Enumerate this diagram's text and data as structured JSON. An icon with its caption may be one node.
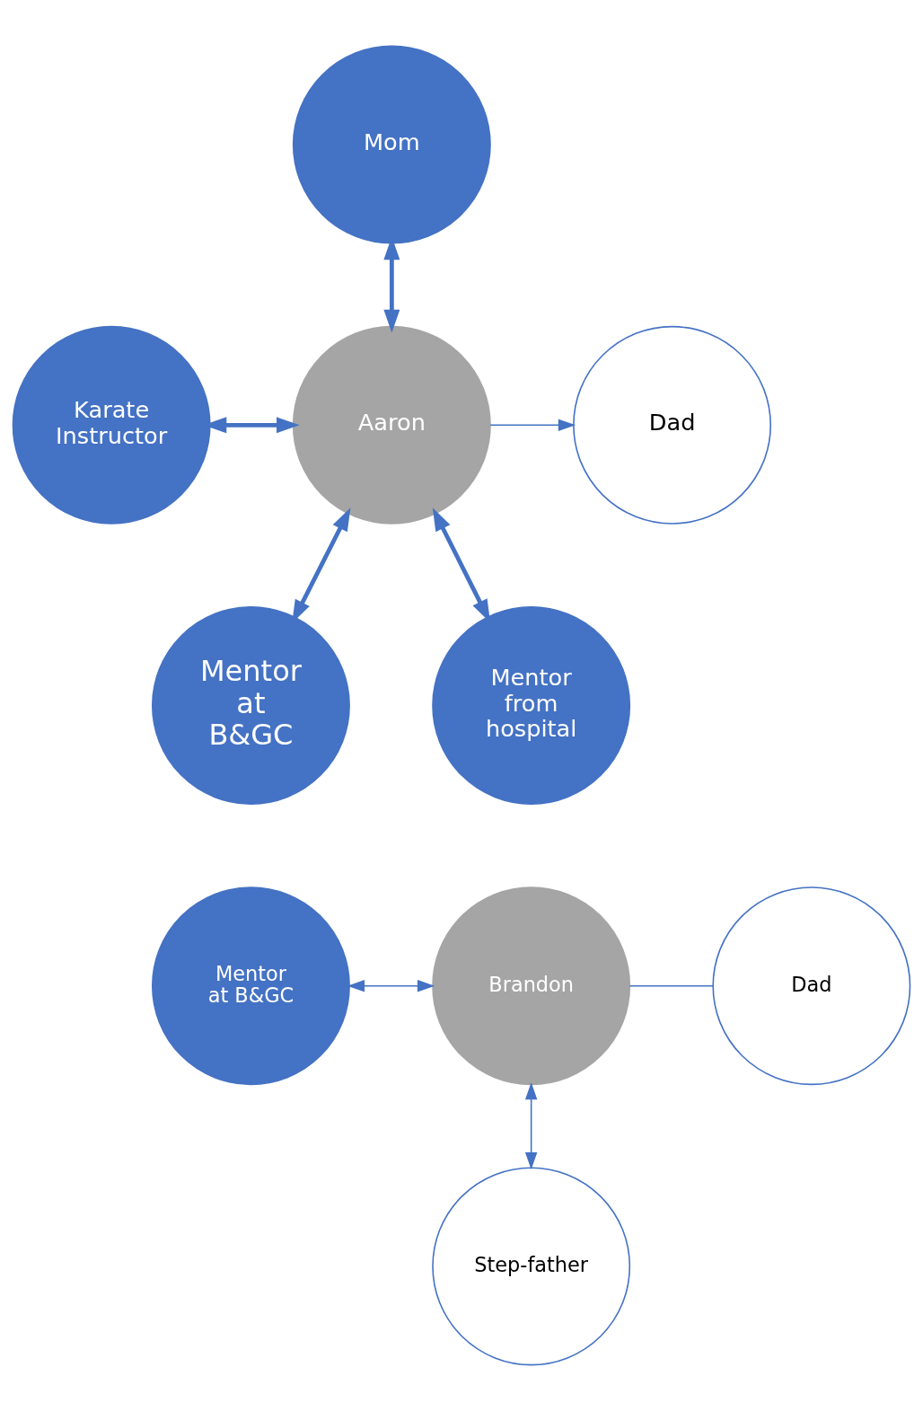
{
  "diagram": {
    "nodes": [
      {
        "text": [
          "Mom"
        ]
      },
      {
        "text": [
          "Karate Instructor"
        ]
      },
      {
        "text": [
          "Aaron"
        ]
      },
      {
        "text": [
          "Dad"
        ]
      },
      {
        "text": [
          "Mentor at B&GC"
        ]
      },
      {
        "text": [
          "Mentor from hospital"
        ]
      },
      {
        "text": [
          "Mentor at B&GC"
        ]
      },
      {
        "text": [
          "Brandon"
        ]
      },
      {
        "text": [
          "Dad"
        ]
      },
      {
        "text": [
          "Step-father"
        ]
      }
    ],
    "edges": [
      {
        "from": 0,
        "to": 2,
        "arrow": "both",
        "style": "thick"
      },
      {
        "from": 1,
        "to": 2,
        "arrow": "both",
        "style": "thick"
      },
      {
        "from": 2,
        "to": 3,
        "arrow": "to"
      },
      {
        "from": 2,
        "to": 4,
        "arrow": "both",
        "style": "thick"
      },
      {
        "from": 2,
        "to": 5,
        "arrow": "both",
        "style": "thick"
      },
      {
        "from": 6,
        "to": 7,
        "arrow": "both"
      },
      {
        "from": 7,
        "to": 8,
        "arrow": "none"
      },
      {
        "from": 7,
        "to": 9,
        "arrow": "both"
      }
    ]
  }
}
